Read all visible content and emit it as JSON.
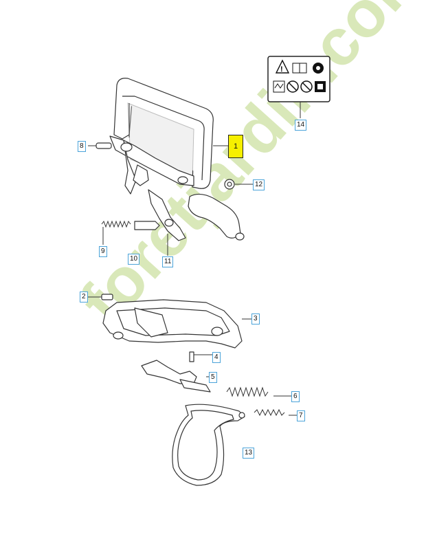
{
  "watermark": {
    "text": "foretjardin.com",
    "color_green": "#cfe3a8",
    "color_orange": "#f7c77a",
    "color_grey": "#d9d3c8"
  },
  "callouts": [
    "1",
    "2",
    "3",
    "4",
    "5",
    "6",
    "7",
    "8",
    "9",
    "10",
    "11",
    "12",
    "13",
    "14"
  ],
  "safety_label": {
    "top_icons": [
      "warning-triangle-icon",
      "manual-book-icon",
      "helmet-icon"
    ],
    "bottom_icons": [
      "chain-icon",
      "no-one-hand-icon",
      "saw-icon",
      "gloves-icon"
    ]
  },
  "colors": {
    "highlight": "#f6ef00",
    "callout_border": "#4aa3d9"
  }
}
